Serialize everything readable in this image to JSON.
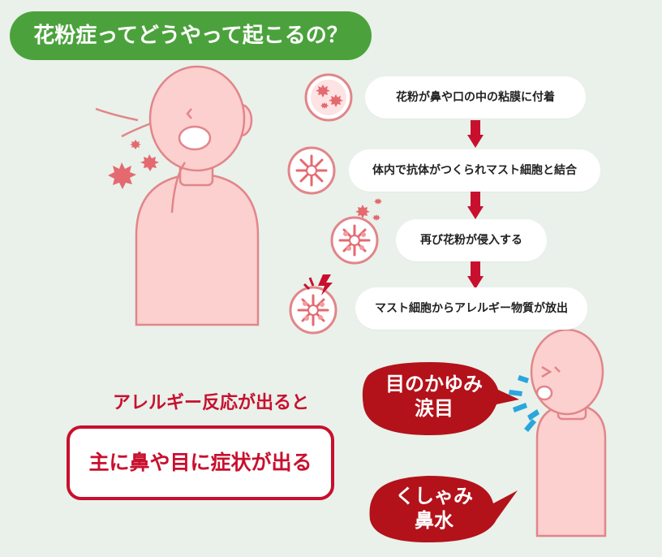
{
  "title": "花粉症ってどうやって起こるの？",
  "steps": [
    "花粉が鼻や口の中の粘膜に付着",
    "体内で抗体がつくられマスト細胞と結合",
    "再び花粉が侵入する",
    "マスト細胞からアレルギー物質が放出"
  ],
  "reaction_label": "アレルギー反応が出ると",
  "result_text": "主に鼻や目に症状が出る",
  "symptoms": {
    "eye": {
      "line1": "目のかゆみ",
      "line2": "涙目"
    },
    "nose": {
      "line1": "くしゃみ",
      "line2": "鼻水"
    }
  },
  "colors": {
    "background": "#e9f1ea",
    "title_green": "#4ba23c",
    "accent_red": "#c8102e",
    "skin": "#fbd0cf",
    "skin_outline": "#e2858a",
    "pollen": "#e46a70",
    "tears": "#2aa6dd"
  },
  "icons": [
    "pollen-icon",
    "mast-cell-icon",
    "down-arrow-icon",
    "tears-icon",
    "lightning-icon"
  ]
}
